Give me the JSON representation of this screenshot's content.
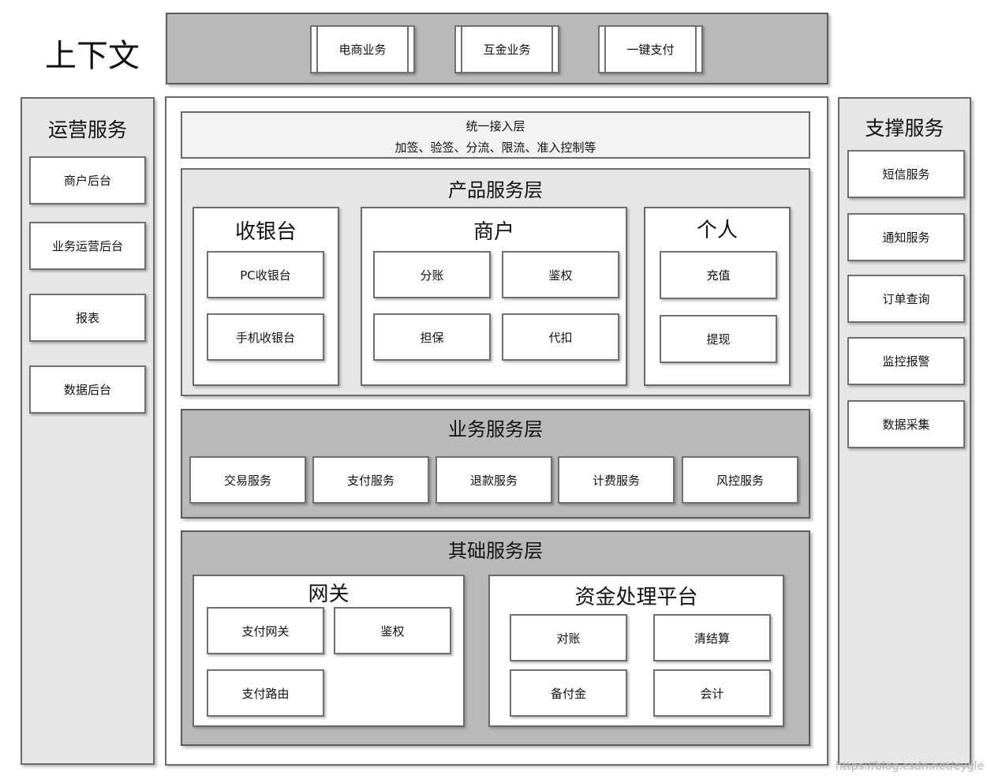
{
  "context": {
    "title": "上下文",
    "items": [
      "电商业务",
      "互金业务",
      "一键支付"
    ]
  },
  "ops": {
    "title": "运营服务",
    "items": [
      "商户后台",
      "业务运营后台",
      "报表",
      "数据后台"
    ]
  },
  "support": {
    "title": "支撑服务",
    "items": [
      "短信服务",
      "通知服务",
      "订单查询",
      "监控报警",
      "数据采集"
    ]
  },
  "access": {
    "line1": "统一接入层",
    "line2": "加签、验签、分流、限流、准入控制等"
  },
  "product": {
    "title": "产品服务层",
    "cashier": {
      "title": "收银台",
      "items": [
        "PC收银台",
        "手机收银台"
      ]
    },
    "merchant": {
      "title": "商户",
      "items": [
        "分账",
        "鉴权",
        "担保",
        "代扣"
      ]
    },
    "personal": {
      "title": "个人",
      "items": [
        "充值",
        "提现"
      ]
    }
  },
  "business": {
    "title": "业务服务层",
    "items": [
      "交易服务",
      "支付服务",
      "退款服务",
      "计费服务",
      "风控服务"
    ]
  },
  "base": {
    "title": "其础服务层",
    "gateway": {
      "title": "网关",
      "items": [
        "支付网关",
        "鉴权",
        "支付路由"
      ]
    },
    "funds": {
      "title": "资金处理平台",
      "items": [
        "对账",
        "清结算",
        "备付金",
        "会计"
      ]
    }
  },
  "watermark": "https://blog.csdn.net/eygle"
}
